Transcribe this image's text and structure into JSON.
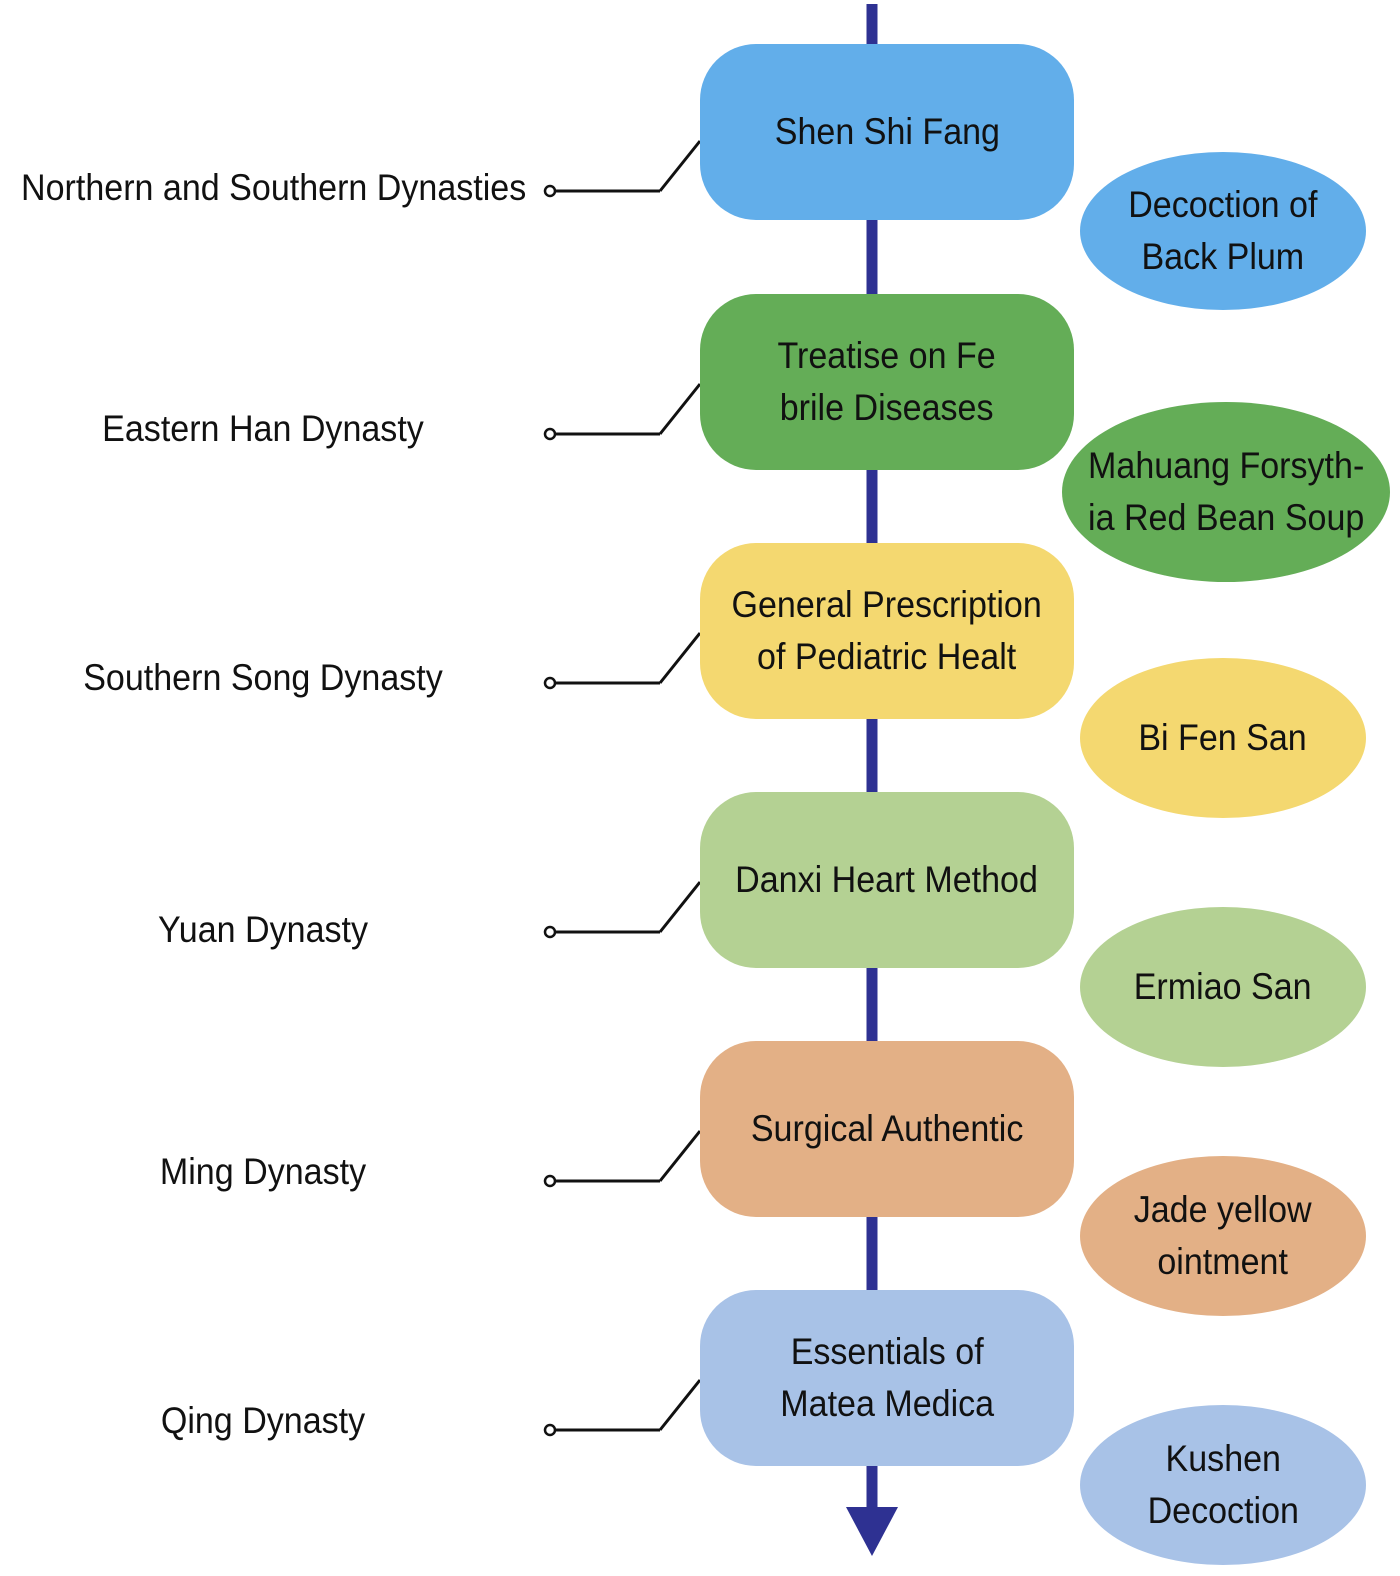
{
  "colors": {
    "axis": "#2e3192",
    "connector": "#111111"
  },
  "timeline": {
    "eras": [
      {
        "dynasty": "Northern and Southern Dynasties",
        "book": "Shen Shi Fang",
        "formula": "Decoction of\nBack Plum",
        "color": "#62aeea"
      },
      {
        "dynasty": "Eastern Han Dynasty",
        "book": "Treatise on Fe\nbrile Diseases",
        "formula": "Mahuang Forsyth-\nia Red Bean Soup",
        "color": "#64ad57"
      },
      {
        "dynasty": "Southern Song Dynasty",
        "book": "General Prescription\nof Pediatric Healt",
        "formula": "Bi Fen San",
        "color": "#f4d870"
      },
      {
        "dynasty": "Yuan Dynasty",
        "book": "Danxi Heart Method",
        "formula": "Ermiao San",
        "color": "#b4d193"
      },
      {
        "dynasty": "Ming Dynasty",
        "book": "Surgical Authentic",
        "formula": "Jade yellow\nointment",
        "color": "#e3b086"
      },
      {
        "dynasty": "Qing Dynasty",
        "book": "Essentials of\nMatea Medica",
        "formula": "Kushen\nDecoction",
        "color": "#a8c2e7"
      }
    ]
  }
}
